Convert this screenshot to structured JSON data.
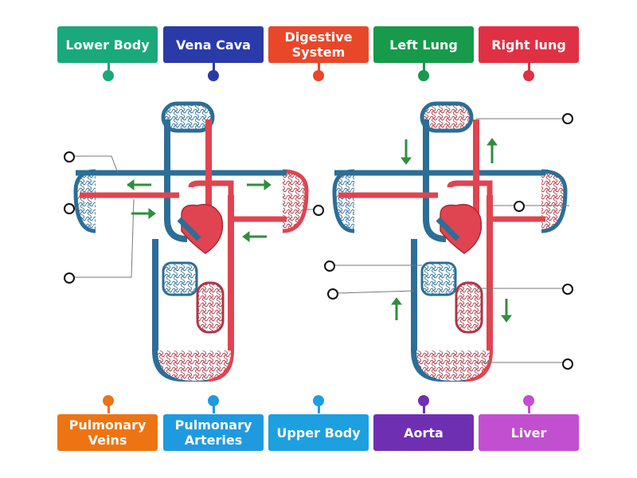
{
  "labels": [
    {
      "text": "Lower Body",
      "color": "#1aa97b"
    },
    {
      "text": "Vena Cava",
      "color": "#2b3aa9"
    },
    {
      "text": "Digestive System",
      "color": "#e8472a"
    },
    {
      "text": "Left Lung",
      "color": "#179a4b"
    },
    {
      "text": "Right lung",
      "color": "#e03043"
    },
    {
      "text": "Pulmonary Veins",
      "color": "#ee7413"
    },
    {
      "text": "Pulmonary Arteries",
      "color": "#1f9ae0"
    },
    {
      "text": "Upper Body",
      "color": "#1da0df"
    },
    {
      "text": "Aorta",
      "color": "#6f2fb3"
    },
    {
      "text": "Liver",
      "color": "#c24fcf"
    }
  ],
  "colors": {
    "vein": "#2c6e97",
    "artery": "#e04450",
    "arrow": "#2d8f3c"
  }
}
